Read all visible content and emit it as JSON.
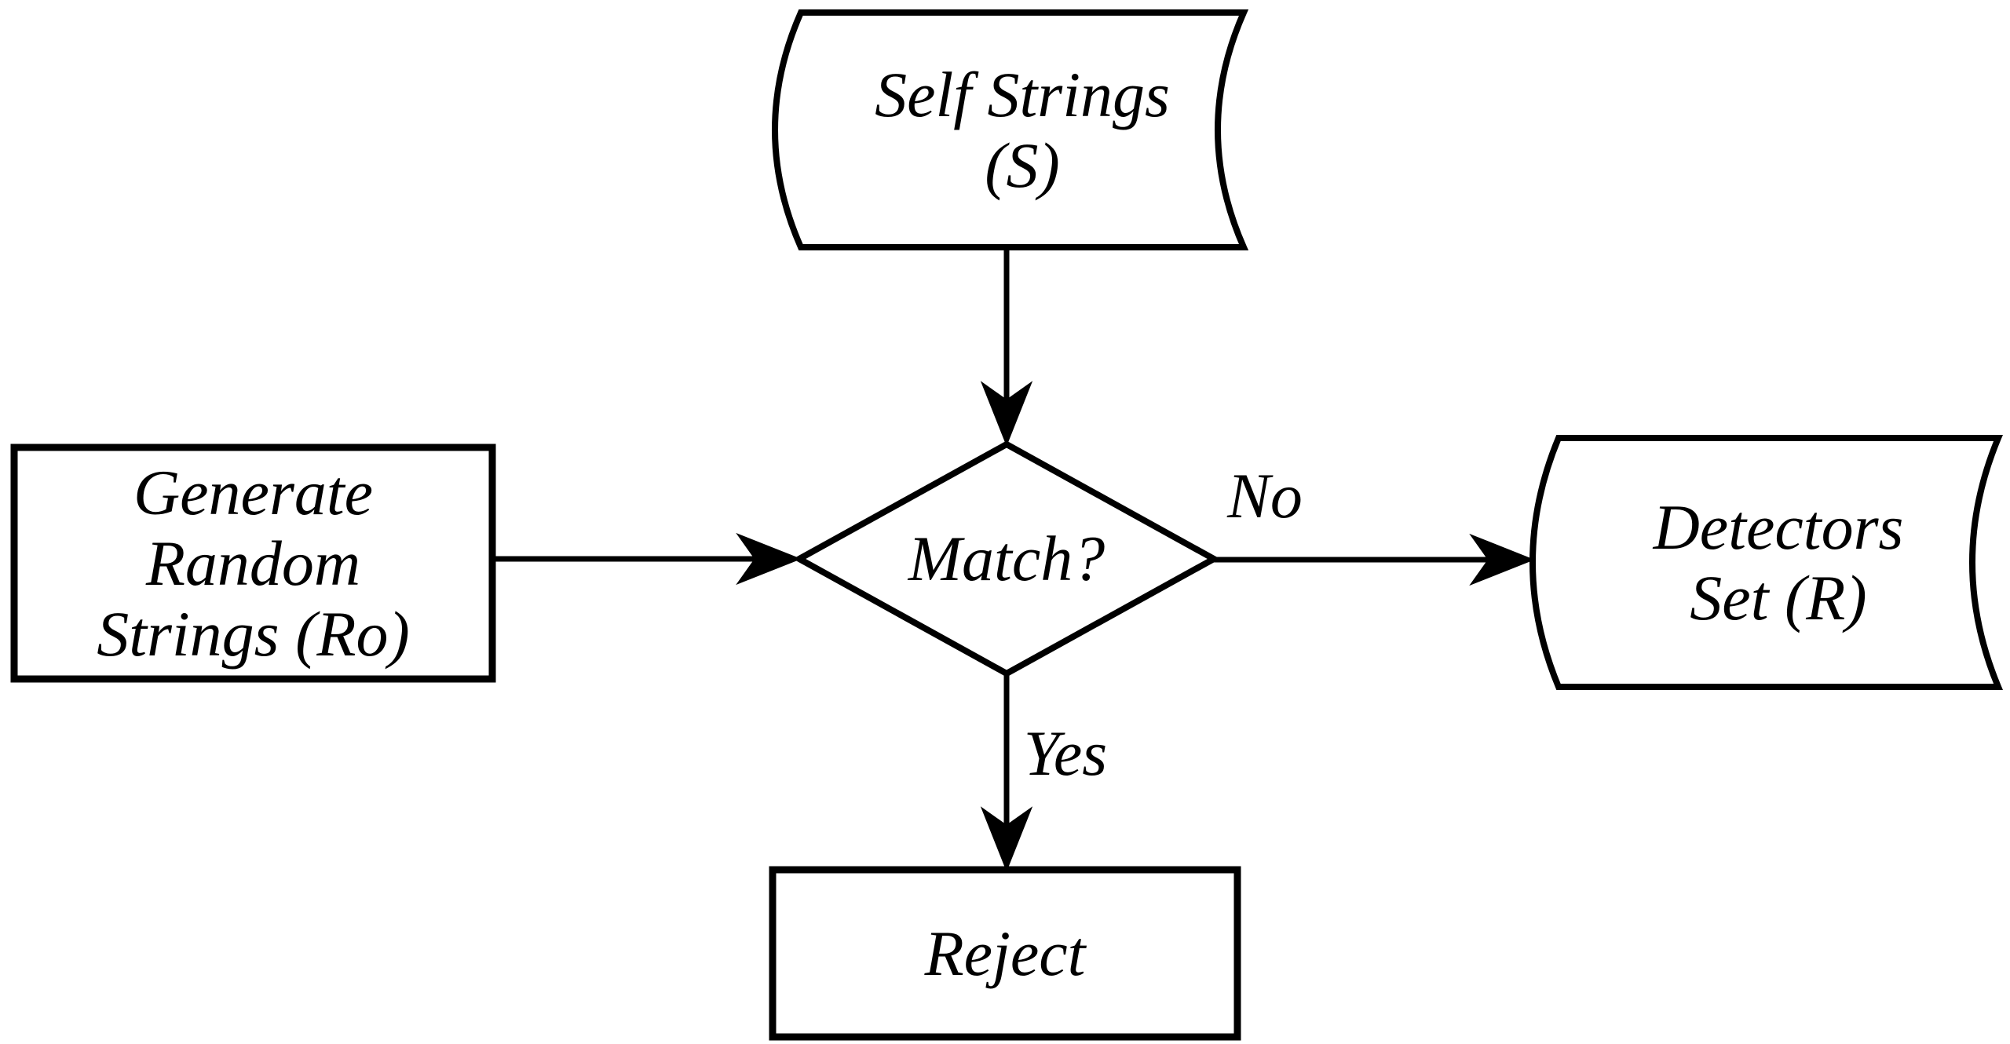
{
  "diagram": {
    "background": "#ffffff",
    "stroke_color": "#000000",
    "text_color": "#000000",
    "nodes": {
      "self_strings": {
        "shape": "stored-data",
        "lines": [
          "Self Strings",
          "(S)"
        ]
      },
      "generate_random": {
        "shape": "process",
        "lines": [
          "Generate",
          "Random",
          "Strings (Ro)"
        ]
      },
      "match": {
        "shape": "decision",
        "lines": [
          "Match?"
        ]
      },
      "detectors_set": {
        "shape": "stored-data",
        "lines": [
          "Detectors",
          "Set (R)"
        ]
      },
      "reject": {
        "shape": "process",
        "lines": [
          "Reject"
        ]
      }
    },
    "edges": [
      {
        "from": "self_strings",
        "to": "match",
        "label": ""
      },
      {
        "from": "generate_random",
        "to": "match",
        "label": ""
      },
      {
        "from": "match",
        "to": "detectors_set",
        "label": "No"
      },
      {
        "from": "match",
        "to": "reject",
        "label": "Yes"
      }
    ]
  }
}
